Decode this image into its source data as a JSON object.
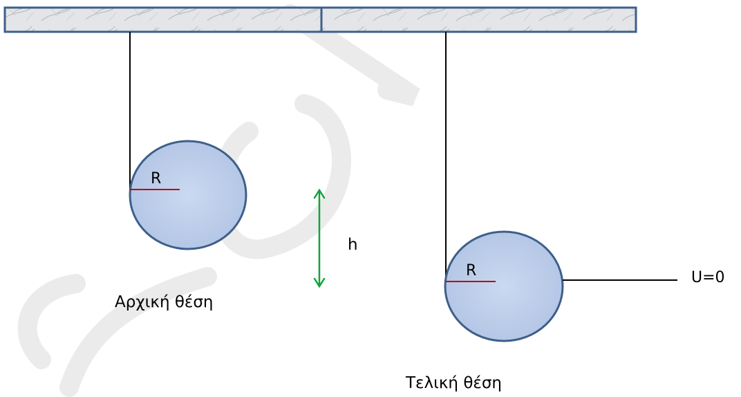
{
  "diagram": {
    "initial_position": {
      "radius_label": "R",
      "caption": "Αρχική θέση"
    },
    "final_position": {
      "radius_label": "R",
      "caption": "Τελική θέση"
    },
    "height_label": "h",
    "reference_level_label": "U=0",
    "colors": {
      "ceiling_fill": "#e6e7ea",
      "ceiling_border": "#3e5f8a",
      "ball_fill_center": "#c9d6ee",
      "ball_fill_edge": "#b3c6e6",
      "ball_border": "#3e5f8a",
      "radius_line": "#c00000",
      "height_arrow": "#12a33c",
      "string": "#000000",
      "watermark": "#ebebeb"
    }
  }
}
